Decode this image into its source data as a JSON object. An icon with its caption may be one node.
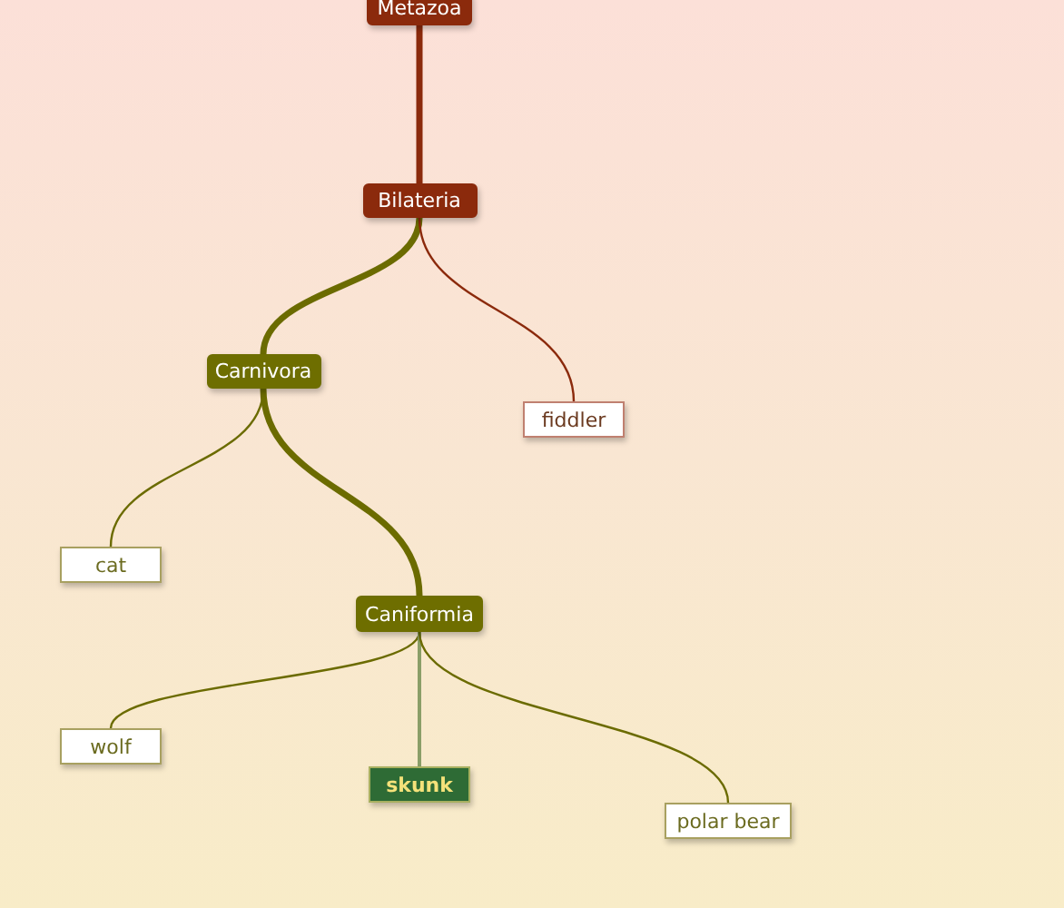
{
  "diagram": {
    "nodes": [
      {
        "text": [
          "Metazoa"
        ]
      },
      {
        "text": [
          "Bilateria"
        ]
      },
      {
        "text": [
          "Carnivora"
        ]
      },
      {
        "text": [
          "fiddler"
        ]
      },
      {
        "text": [
          "cat"
        ]
      },
      {
        "text": [
          "Caniformia"
        ]
      },
      {
        "text": [
          "wolf"
        ]
      },
      {
        "text": [
          "skunk"
        ]
      },
      {
        "text": [
          "polar bear"
        ]
      }
    ],
    "edges": [
      {
        "from": 0,
        "to": 1,
        "arrow": "none",
        "style": "thick",
        "color": "#8b2a0c"
      },
      {
        "from": 1,
        "to": 2,
        "arrow": "none",
        "style": "thick"
      },
      {
        "from": 1,
        "to": 3,
        "arrow": "none",
        "color": "#8b2a0c"
      },
      {
        "from": 2,
        "to": 4,
        "arrow": "none"
      },
      {
        "from": 2,
        "to": 5,
        "arrow": "none",
        "style": "thick"
      },
      {
        "from": 5,
        "to": 6,
        "arrow": "none"
      },
      {
        "from": 5,
        "to": 7,
        "arrow": "none",
        "color": "#8a9e68"
      },
      {
        "from": 5,
        "to": 8,
        "arrow": "none"
      }
    ]
  }
}
